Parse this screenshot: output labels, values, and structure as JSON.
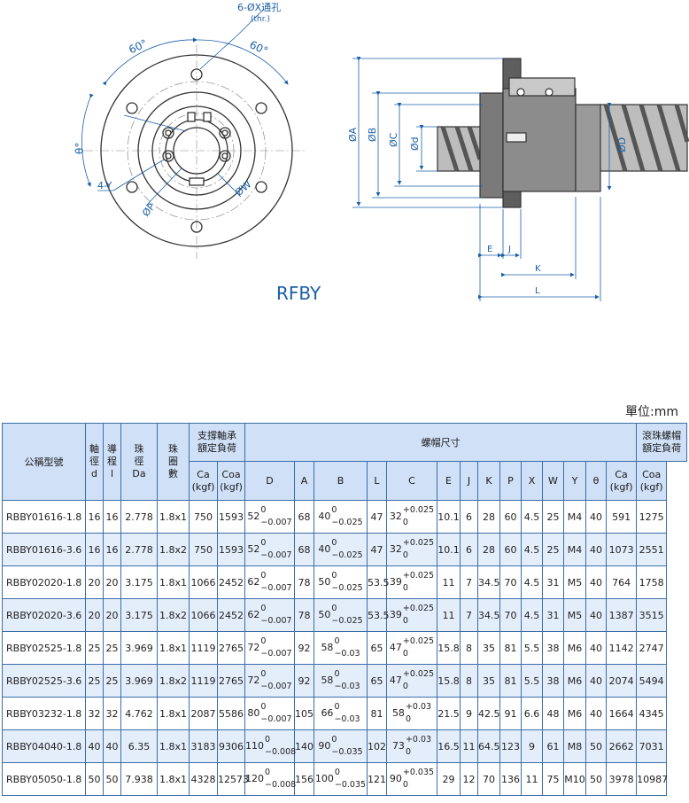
{
  "drawing": {
    "title": "RFBY",
    "holes_label": "6-ØX通孔",
    "holes_sub": "(thr.)",
    "angle_left": "60°",
    "angle_right": "60°",
    "theta_label": "θ°",
    "y_label": "4-Y",
    "p_label": "ØP",
    "w_label": "ØW",
    "labels": {
      "A": "ØA",
      "B": "ØB",
      "C": "ØC",
      "d": "Ød",
      "D": "ØD",
      "E": "E",
      "J": "J",
      "K": "K",
      "L": "L"
    }
  },
  "unit_label": "單位:mm",
  "table": {
    "h_model": "公稱型號",
    "h_shaft": [
      "軸",
      "徑",
      "d"
    ],
    "h_lead": [
      "導",
      "程",
      "l"
    ],
    "h_ball": [
      "珠",
      "徑",
      "Da"
    ],
    "h_circuits": [
      "珠",
      "圈",
      "數"
    ],
    "h_bearing": [
      "支撐軸承",
      "額定負荷"
    ],
    "h_nut": "螺帽尺寸",
    "h_ballnut": [
      "滾珠螺帽",
      "額定負荷"
    ],
    "sub": {
      "ca": [
        "Ca",
        "(kgf)"
      ],
      "coa": [
        "Coa",
        "(kgf)"
      ],
      "D": "D",
      "A": "A",
      "B": "B",
      "L": "L",
      "C": "C",
      "E": "E",
      "J": "J",
      "K": "K",
      "P": "P",
      "X": "X",
      "W": "W",
      "Y": "Y",
      "theta": "θ"
    },
    "rows": [
      {
        "model": "RBBY01616-1.8",
        "d": "16",
        "l": "16",
        "da": "2.778",
        "n": "1.8x1",
        "ca1": "750",
        "coa1": "1593",
        "D": "52",
        "Dt": [
          "0",
          "−0.007"
        ],
        "A": "68",
        "B": "40",
        "Bt": [
          "0",
          "−0.025"
        ],
        "L": "47",
        "C": "32",
        "Ct": [
          "+0.025",
          "0"
        ],
        "E": "10.1",
        "J": "6",
        "K": "28",
        "P": "60",
        "X": "4.5",
        "W": "25",
        "Y": "M4",
        "th": "40",
        "ca2": "591",
        "coa2": "1275"
      },
      {
        "model": "RBBY01616-3.6",
        "d": "16",
        "l": "16",
        "da": "2.778",
        "n": "1.8x2",
        "ca1": "750",
        "coa1": "1593",
        "D": "52",
        "Dt": [
          "0",
          "−0.007"
        ],
        "A": "68",
        "B": "40",
        "Bt": [
          "0",
          "−0.025"
        ],
        "L": "47",
        "C": "32",
        "Ct": [
          "+0.025",
          "0"
        ],
        "E": "10.1",
        "J": "6",
        "K": "28",
        "P": "60",
        "X": "4.5",
        "W": "25",
        "Y": "M4",
        "th": "40",
        "ca2": "1073",
        "coa2": "2551"
      },
      {
        "model": "RBBY02020-1.8",
        "d": "20",
        "l": "20",
        "da": "3.175",
        "n": "1.8x1",
        "ca1": "1066",
        "coa1": "2452",
        "D": "62",
        "Dt": [
          "0",
          "−0.007"
        ],
        "A": "78",
        "B": "50",
        "Bt": [
          "0",
          "−0.025"
        ],
        "L": "53.5",
        "C": "39",
        "Ct": [
          "+0.025",
          "0"
        ],
        "E": "11",
        "J": "7",
        "K": "34.5",
        "P": "70",
        "X": "4.5",
        "W": "31",
        "Y": "M5",
        "th": "40",
        "ca2": "764",
        "coa2": "1758"
      },
      {
        "model": "RBBY02020-3.6",
        "d": "20",
        "l": "20",
        "da": "3.175",
        "n": "1.8x2",
        "ca1": "1066",
        "coa1": "2452",
        "D": "62",
        "Dt": [
          "0",
          "−0.007"
        ],
        "A": "78",
        "B": "50",
        "Bt": [
          "0",
          "−0.025"
        ],
        "L": "53.5",
        "C": "39",
        "Ct": [
          "+0.025",
          "0"
        ],
        "E": "11",
        "J": "7",
        "K": "34.5",
        "P": "70",
        "X": "4.5",
        "W": "31",
        "Y": "M5",
        "th": "40",
        "ca2": "1387",
        "coa2": "3515"
      },
      {
        "model": "RBBY02525-1.8",
        "d": "25",
        "l": "25",
        "da": "3.969",
        "n": "1.8x1",
        "ca1": "1119",
        "coa1": "2765",
        "D": "72",
        "Dt": [
          "0",
          "−0.007"
        ],
        "A": "92",
        "B": "58",
        "Bt": [
          "0",
          "−0.03"
        ],
        "L": "65",
        "C": "47",
        "Ct": [
          "+0.025",
          "0"
        ],
        "E": "15.8",
        "J": "8",
        "K": "35",
        "P": "81",
        "X": "5.5",
        "W": "38",
        "Y": "M6",
        "th": "40",
        "ca2": "1142",
        "coa2": "2747"
      },
      {
        "model": "RBBY02525-3.6",
        "d": "25",
        "l": "25",
        "da": "3.969",
        "n": "1.8x2",
        "ca1": "1119",
        "coa1": "2765",
        "D": "72",
        "Dt": [
          "0",
          "−0.007"
        ],
        "A": "92",
        "B": "58",
        "Bt": [
          "0",
          "−0.03"
        ],
        "L": "65",
        "C": "47",
        "Ct": [
          "+0.025",
          "0"
        ],
        "E": "15.8",
        "J": "8",
        "K": "35",
        "P": "81",
        "X": "5.5",
        "W": "38",
        "Y": "M6",
        "th": "40",
        "ca2": "2074",
        "coa2": "5494"
      },
      {
        "model": "RBBY03232-1.8",
        "d": "32",
        "l": "32",
        "da": "4.762",
        "n": "1.8x1",
        "ca1": "2087",
        "coa1": "5586",
        "D": "80",
        "Dt": [
          "0",
          "−0.007"
        ],
        "A": "105",
        "B": "66",
        "Bt": [
          "0",
          "−0.03"
        ],
        "L": "81",
        "C": "58",
        "Ct": [
          "+0.03",
          "0"
        ],
        "E": "21.5",
        "J": "9",
        "K": "42.5",
        "P": "91",
        "X": "6.6",
        "W": "48",
        "Y": "M6",
        "th": "40",
        "ca2": "1664",
        "coa2": "4345"
      },
      {
        "model": "RBBY04040-1.8",
        "d": "40",
        "l": "40",
        "da": "6.35",
        "n": "1.8x1",
        "ca1": "3183",
        "coa1": "9306",
        "D": "110",
        "Dt": [
          "0",
          "−0.008"
        ],
        "A": "140",
        "B": "90",
        "Bt": [
          "0",
          "−0.035"
        ],
        "L": "102",
        "C": "73",
        "Ct": [
          "+0.03",
          "0"
        ],
        "E": "16.5",
        "J": "11",
        "K": "64.5",
        "P": "123",
        "X": "9",
        "W": "61",
        "Y": "M8",
        "th": "50",
        "ca2": "2662",
        "coa2": "7031"
      },
      {
        "model": "RBBY05050-1.8",
        "d": "50",
        "l": "50",
        "da": "7.938",
        "n": "1.8x1",
        "ca1": "4328",
        "coa1": "12573",
        "D": "120",
        "Dt": [
          "0",
          "−0.008"
        ],
        "A": "156",
        "B": "100",
        "Bt": [
          "0",
          "−0.035"
        ],
        "L": "121",
        "C": "90",
        "Ct": [
          "+0.035",
          "0"
        ],
        "E": "29",
        "J": "12",
        "K": "70",
        "P": "136",
        "X": "11",
        "W": "75",
        "Y": "M10",
        "th": "50",
        "ca2": "3978",
        "coa2": "10987"
      }
    ]
  }
}
